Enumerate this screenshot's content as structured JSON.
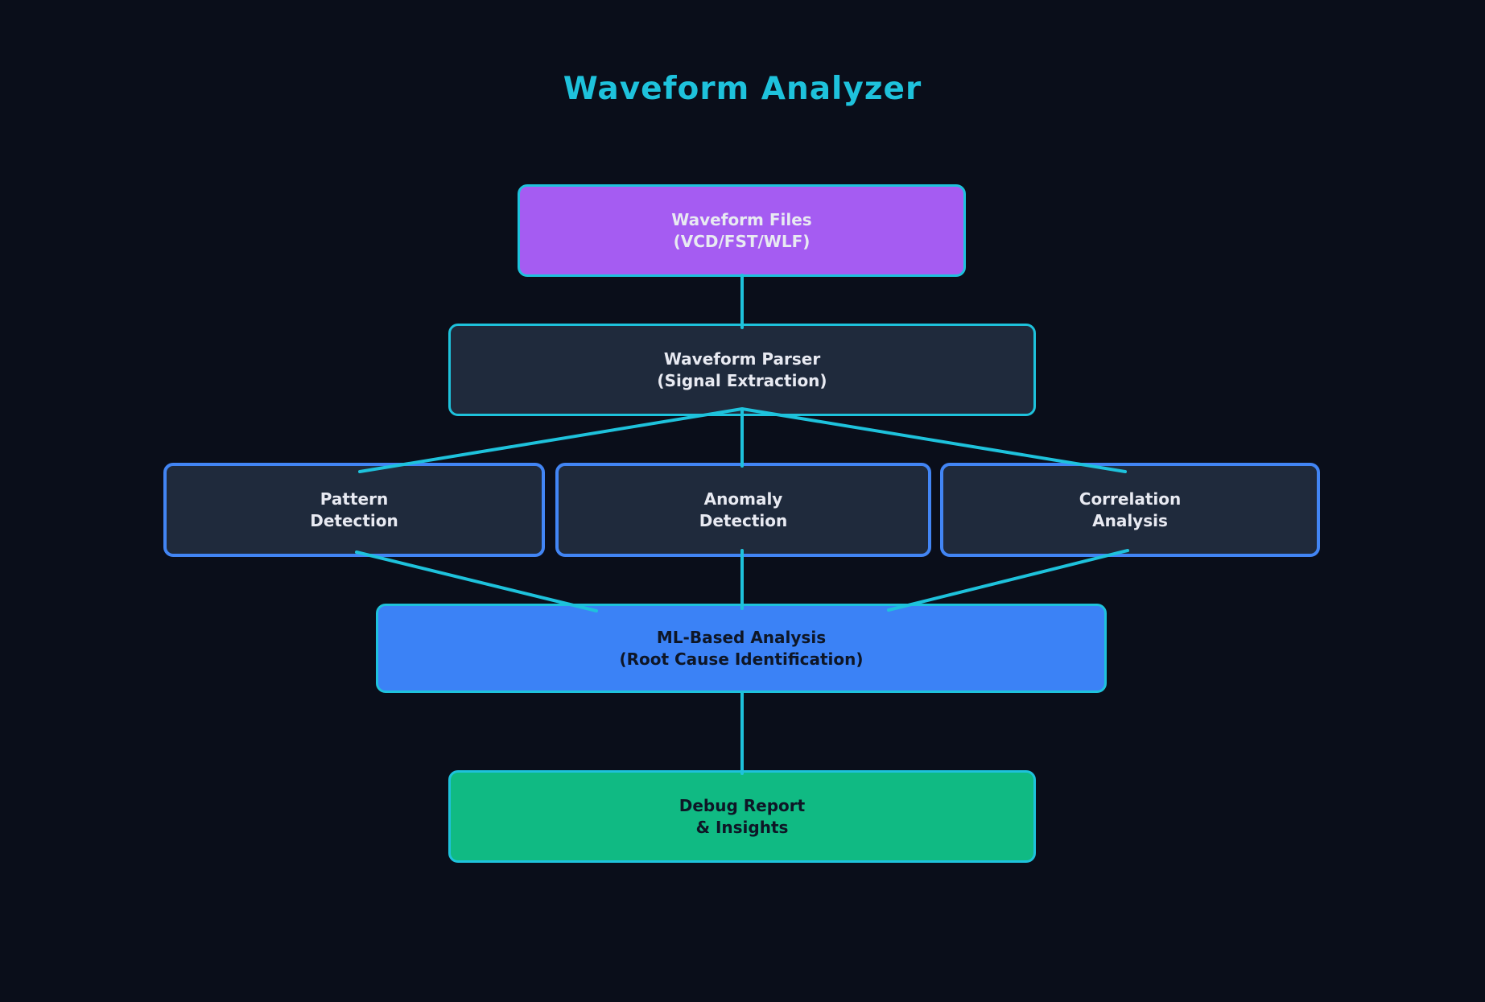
{
  "title": "Waveform Analyzer",
  "colors": {
    "background": "#0a0e1a",
    "accent-cyan": "#1ec2dc",
    "node-purple": "#a55cf2",
    "node-slate": "#1f2a3c",
    "node-blue": "#3b82f6",
    "node-green": "#10ba83",
    "border-blue": "#4285f4",
    "text-light": "#e8eaf2",
    "text-dark": "#0e1626"
  },
  "nodes": [
    {
      "id": "waveform-files",
      "line1": "Waveform Files",
      "line2": "(VCD/FST/WLF)"
    },
    {
      "id": "waveform-parser",
      "line1": "Waveform Parser",
      "line2": "(Signal Extraction)"
    },
    {
      "id": "pattern-detection",
      "line1": "Pattern",
      "line2": "Detection"
    },
    {
      "id": "anomaly-detection",
      "line1": "Anomaly",
      "line2": "Detection"
    },
    {
      "id": "correlation-analysis",
      "line1": "Correlation",
      "line2": "Analysis"
    },
    {
      "id": "ml-analysis",
      "line1": "ML-Based Analysis",
      "line2": "(Root Cause Identification)"
    },
    {
      "id": "debug-report",
      "line1": "Debug Report",
      "line2": "& Insights"
    }
  ]
}
